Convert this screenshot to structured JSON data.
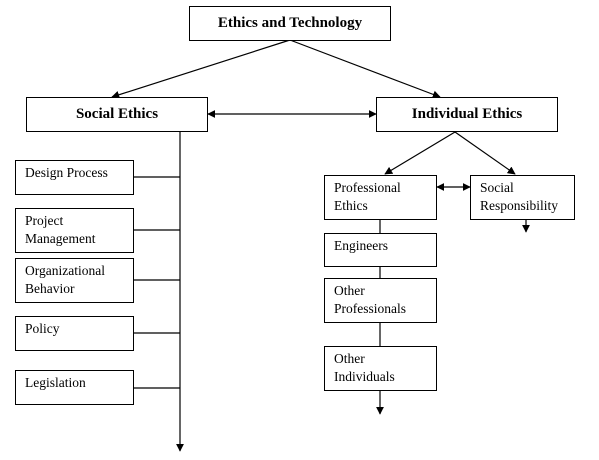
{
  "root": {
    "label": "Ethics and Technology"
  },
  "social": {
    "label": "Social Ethics",
    "children": [
      "Design Process",
      "Project Management",
      "Organizational Behavior",
      "Policy",
      "Legislation"
    ]
  },
  "individual": {
    "label": "Individual Ethics",
    "professional": "Professional Ethics",
    "responsibility": "Social Responsibility",
    "chain": [
      "Engineers",
      "Other Professionals",
      "Other Individuals"
    ]
  }
}
